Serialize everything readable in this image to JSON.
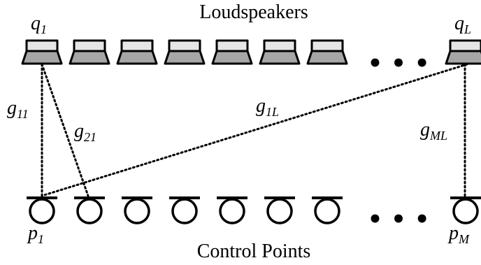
{
  "title_top": "Loudspeakers",
  "title_bottom": "Control Points",
  "ellipsis": "• • •",
  "speakers": {
    "first": {
      "base": "q",
      "sub": "1"
    },
    "last": {
      "base": "q",
      "sub": "L"
    },
    "count_drawn": 8
  },
  "points": {
    "first": {
      "base": "p",
      "sub": "1"
    },
    "last": {
      "base": "p",
      "sub": "M"
    },
    "count_drawn": 8
  },
  "gains": [
    {
      "base": "g",
      "sub": "11"
    },
    {
      "base": "g",
      "sub": "21"
    },
    {
      "base": "g",
      "sub": "1L"
    },
    {
      "base": "g",
      "sub": "ML"
    }
  ],
  "colors": {
    "speaker_top": "#e6e6e6",
    "speaker_bottom": "#a6a6a6",
    "stroke": "#000000"
  }
}
